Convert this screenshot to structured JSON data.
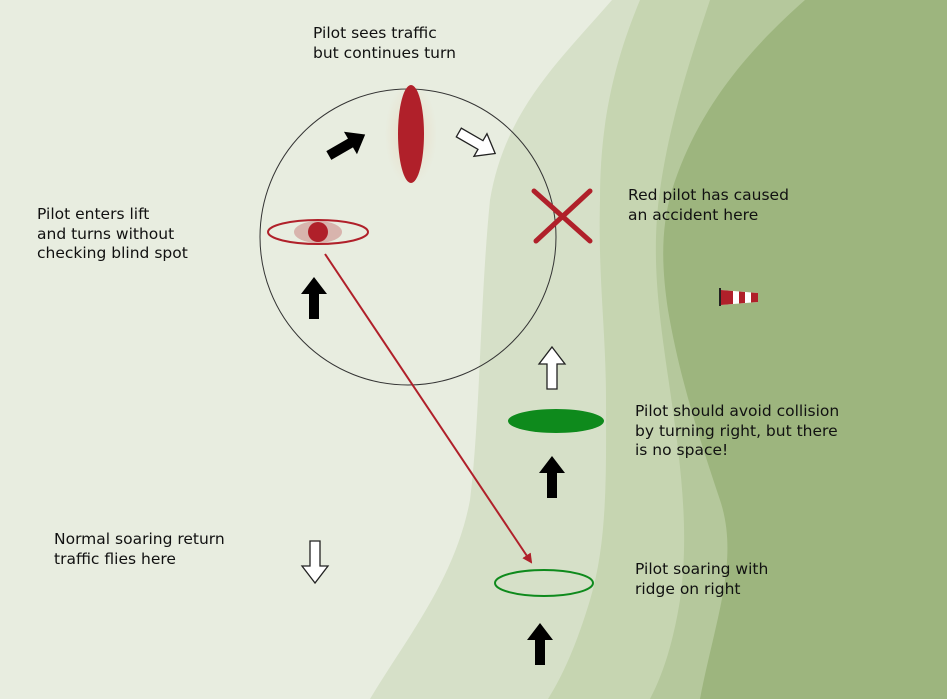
{
  "labels": {
    "top_turn": "Pilot sees traffic\nbut continues turn",
    "enters_lift": "Pilot enters lift\nand turns without\nchecking blind spot",
    "accident": "Red pilot has caused\nan accident here",
    "avoid": "Pilot should avoid collision\nby turning right, but there\nis no space!",
    "return_traffic": "Normal soaring return\ntraffic flies here",
    "ridge_right": "Pilot soaring with\nridge on right"
  },
  "colors": {
    "background": "#e8ede0",
    "slope_band_1": "#d6e0c8",
    "slope_band_2": "#c6d5b1",
    "slope_band_3": "#b5c89c",
    "ridge": "#9db57e",
    "red_pilot": "#b0202a",
    "green_pilot": "#0e8a1c",
    "arrow": "#000000",
    "windsock_red": "#b0202a"
  },
  "icons": {
    "accident_marker": "x-cross-icon",
    "wind_indicator": "windsock-icon"
  }
}
